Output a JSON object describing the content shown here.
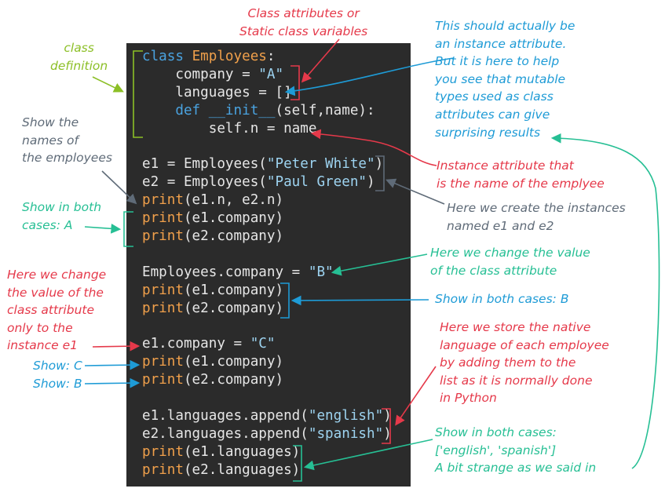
{
  "code_lines": [
    [
      {
        "t": "class ",
        "c": "kw"
      },
      {
        "t": "Employees",
        "c": "cls"
      },
      {
        "t": ":",
        "c": ""
      }
    ],
    [
      {
        "t": "    company = ",
        "c": ""
      },
      {
        "t": "\"A\"",
        "c": "str"
      }
    ],
    [
      {
        "t": "    languages = []",
        "c": ""
      }
    ],
    [
      {
        "t": "    ",
        "c": ""
      },
      {
        "t": "def ",
        "c": "kw"
      },
      {
        "t": "__init__",
        "c": "fnname"
      },
      {
        "t": "(self,name):",
        "c": ""
      }
    ],
    [
      {
        "t": "        self.n = name",
        "c": ""
      }
    ],
    [],
    [
      {
        "t": "e1 = Employees(",
        "c": ""
      },
      {
        "t": "\"Peter White\"",
        "c": "str"
      },
      {
        "t": ")",
        "c": ""
      }
    ],
    [
      {
        "t": "e2 = Employees(",
        "c": ""
      },
      {
        "t": "\"Paul Green\"",
        "c": "str"
      },
      {
        "t": ")",
        "c": ""
      }
    ],
    [
      {
        "t": "print",
        "c": "fn"
      },
      {
        "t": "(e1.n, e2.n)",
        "c": ""
      }
    ],
    [
      {
        "t": "print",
        "c": "fn"
      },
      {
        "t": "(e1.company)",
        "c": ""
      }
    ],
    [
      {
        "t": "print",
        "c": "fn"
      },
      {
        "t": "(e2.company)",
        "c": ""
      }
    ],
    [],
    [
      {
        "t": "Employees.company = ",
        "c": ""
      },
      {
        "t": "\"B\"",
        "c": "str"
      }
    ],
    [
      {
        "t": "print",
        "c": "fn"
      },
      {
        "t": "(e1.company)",
        "c": ""
      }
    ],
    [
      {
        "t": "print",
        "c": "fn"
      },
      {
        "t": "(e2.company)",
        "c": ""
      }
    ],
    [],
    [
      {
        "t": "e1.company = ",
        "c": ""
      },
      {
        "t": "\"C\"",
        "c": "str"
      }
    ],
    [
      {
        "t": "print",
        "c": "fn"
      },
      {
        "t": "(e1.company)",
        "c": ""
      }
    ],
    [
      {
        "t": "print",
        "c": "fn"
      },
      {
        "t": "(e2.company)",
        "c": ""
      }
    ],
    [],
    [
      {
        "t": "e1.languages.append(",
        "c": ""
      },
      {
        "t": "\"english\"",
        "c": "str"
      },
      {
        "t": ")",
        "c": ""
      }
    ],
    [
      {
        "t": "e2.languages.append(",
        "c": ""
      },
      {
        "t": "\"spanish\"",
        "c": "str"
      },
      {
        "t": ")",
        "c": ""
      }
    ],
    [
      {
        "t": "print",
        "c": "fn"
      },
      {
        "t": "(e1.languages)",
        "c": ""
      }
    ],
    [
      {
        "t": "print",
        "c": "fn"
      },
      {
        "t": "(e2.languages)",
        "c": ""
      }
    ]
  ],
  "annotations": {
    "class_definition": "class\ndefinition",
    "class_attributes": "Class attributes or\nStatic class variables",
    "instance_note": "This should actually be\nan instance attribute.\nBut it is here to help\nyou see that mutable\ntypes used as class\nattributes can give\nsurprising results",
    "show_names": "Show the\nnames of\nthe employees",
    "instance_attribute": "Instance attribute that\nis the name of the emplyee",
    "create_instances": "Here we create the instances\nnamed e1 and e2",
    "show_both_a": "Show in both\ncases: A",
    "change_class_value": "Here we change the value\nof the class attribute",
    "show_both_b": "Show in both cases: B",
    "change_instance_only": "Here we change\nthe value of the\nclass attribute\nonly to the\ninstance e1",
    "store_languages": "Here we store the native\nlanguage of each employee\nby adding them to the\nlist as it is normally done\nin Python",
    "show_c": "Show: C",
    "show_b": "Show: B",
    "show_both_list": "Show in both cases:\n['english', 'spanish']\nA bit strange as we said in"
  },
  "colors": {
    "background": "#ffffff",
    "code_bg": "#2b2b2b",
    "code_text": "#e6e6e6",
    "keyword": "#4aa3e0",
    "function": "#f0a04b",
    "string": "#9dd3f0",
    "red": "#e5394a",
    "blue": "#1e9bd6",
    "green": "#8cbf26",
    "teal": "#26bf94",
    "gray": "#5f6b78"
  }
}
